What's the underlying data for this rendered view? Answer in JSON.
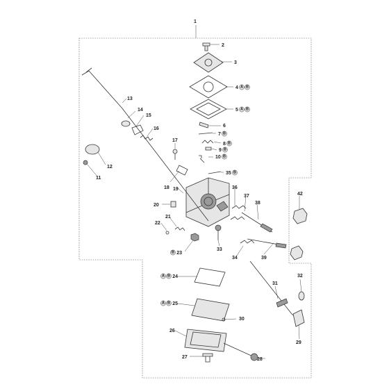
{
  "assembly_number": "1",
  "callouts": [
    {
      "id": "2",
      "badges": []
    },
    {
      "id": "3",
      "badges": []
    },
    {
      "id": "4",
      "badges": [
        "A",
        "B"
      ]
    },
    {
      "id": "5",
      "badges": [
        "A",
        "B"
      ]
    },
    {
      "id": "6",
      "badges": []
    },
    {
      "id": "7",
      "badges": [
        "B"
      ]
    },
    {
      "id": "8",
      "badges": [
        "B"
      ]
    },
    {
      "id": "9",
      "badges": [
        "B"
      ]
    },
    {
      "id": "10",
      "badges": [
        "B"
      ]
    },
    {
      "id": "11",
      "badges": []
    },
    {
      "id": "12",
      "badges": []
    },
    {
      "id": "13",
      "badges": []
    },
    {
      "id": "14",
      "badges": []
    },
    {
      "id": "15",
      "badges": []
    },
    {
      "id": "16",
      "badges": []
    },
    {
      "id": "17",
      "badges": []
    },
    {
      "id": "18",
      "badges": []
    },
    {
      "id": "19",
      "badges": []
    },
    {
      "id": "20",
      "badges": []
    },
    {
      "id": "21",
      "badges": []
    },
    {
      "id": "22",
      "badges": []
    },
    {
      "id": "23",
      "badges": [
        "B"
      ]
    },
    {
      "id": "24",
      "badges": [
        "A",
        "B"
      ]
    },
    {
      "id": "25",
      "badges": [
        "A",
        "B"
      ]
    },
    {
      "id": "26",
      "badges": []
    },
    {
      "id": "27",
      "badges": []
    },
    {
      "id": "28",
      "badges": []
    },
    {
      "id": "29",
      "badges": []
    },
    {
      "id": "30",
      "badges": []
    },
    {
      "id": "31",
      "badges": []
    },
    {
      "id": "32",
      "badges": []
    },
    {
      "id": "33",
      "badges": []
    },
    {
      "id": "34",
      "badges": []
    },
    {
      "id": "35",
      "badges": [
        "B"
      ]
    },
    {
      "id": "36",
      "badges": []
    },
    {
      "id": "37",
      "badges": []
    },
    {
      "id": "38",
      "badges": []
    },
    {
      "id": "39",
      "badges": []
    },
    {
      "id": "42",
      "badges": []
    }
  ]
}
